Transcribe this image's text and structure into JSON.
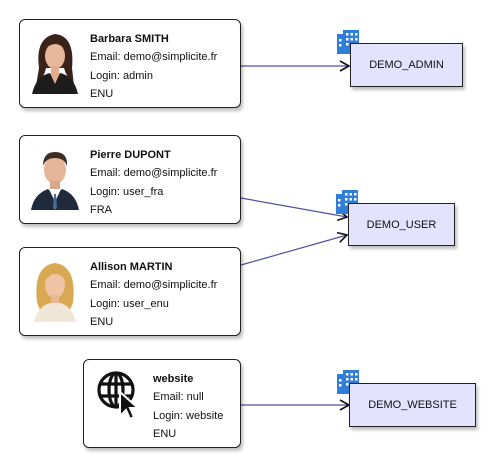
{
  "diagram": {
    "users": [
      {
        "name": "Barbara SMITH",
        "email": "Email: demo@simplicite.fr",
        "login": "Login: admin",
        "lang": "ENU",
        "avatar": "woman-dark-hair-photo"
      },
      {
        "name": "Pierre DUPONT",
        "email": "Email: demo@simplicite.fr",
        "login": "Login: user_fra",
        "lang": "FRA",
        "avatar": "man-suit-photo"
      },
      {
        "name": "Allison MARTIN",
        "email": "Email: demo@simplicite.fr",
        "login": "Login: user_enu",
        "lang": "ENU",
        "avatar": "woman-blonde-photo"
      },
      {
        "name": "website",
        "email": "Email: null",
        "login": "Login: website",
        "lang": "ENU",
        "avatar": "globe-cursor-icon"
      }
    ],
    "groups": [
      {
        "label": "DEMO_ADMIN",
        "icon": "building-icon"
      },
      {
        "label": "DEMO_USER",
        "icon": "building-icon"
      },
      {
        "label": "DEMO_WEBSITE",
        "icon": "building-icon"
      }
    ],
    "colors": {
      "connector": "#5050a0",
      "group_fill": "#e3e3ff",
      "building": "#2f7fd8"
    }
  }
}
